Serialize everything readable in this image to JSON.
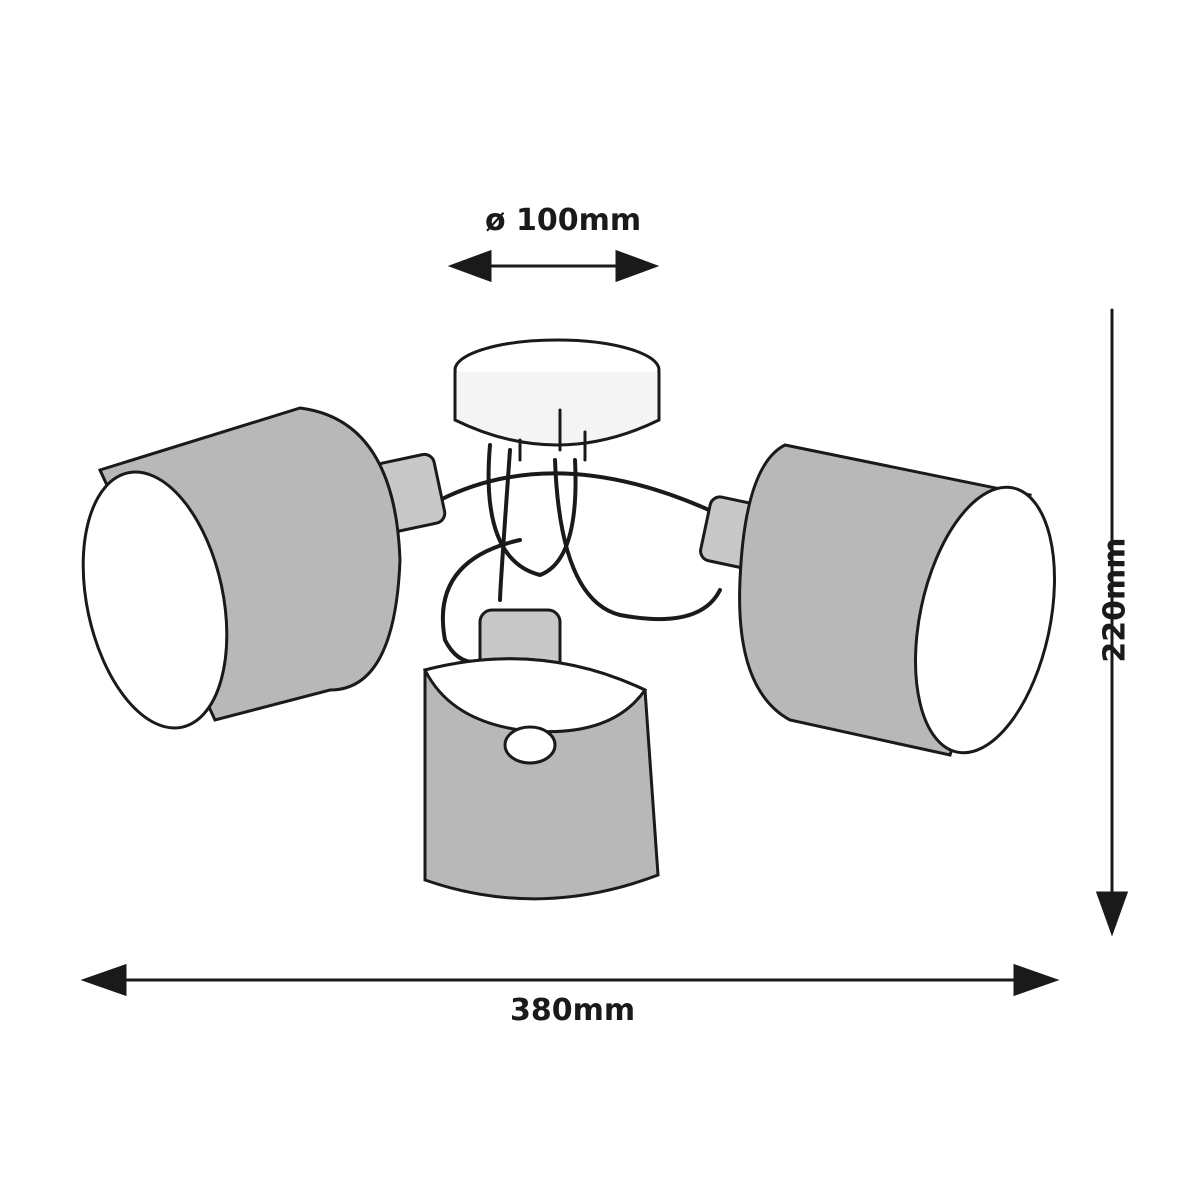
{
  "dimensions": {
    "canopy_diameter": "ø 100mm",
    "width": "380mm",
    "height": "220mm"
  },
  "colors": {
    "line": "#1a1a1a",
    "shade": "#b8b8b8"
  }
}
